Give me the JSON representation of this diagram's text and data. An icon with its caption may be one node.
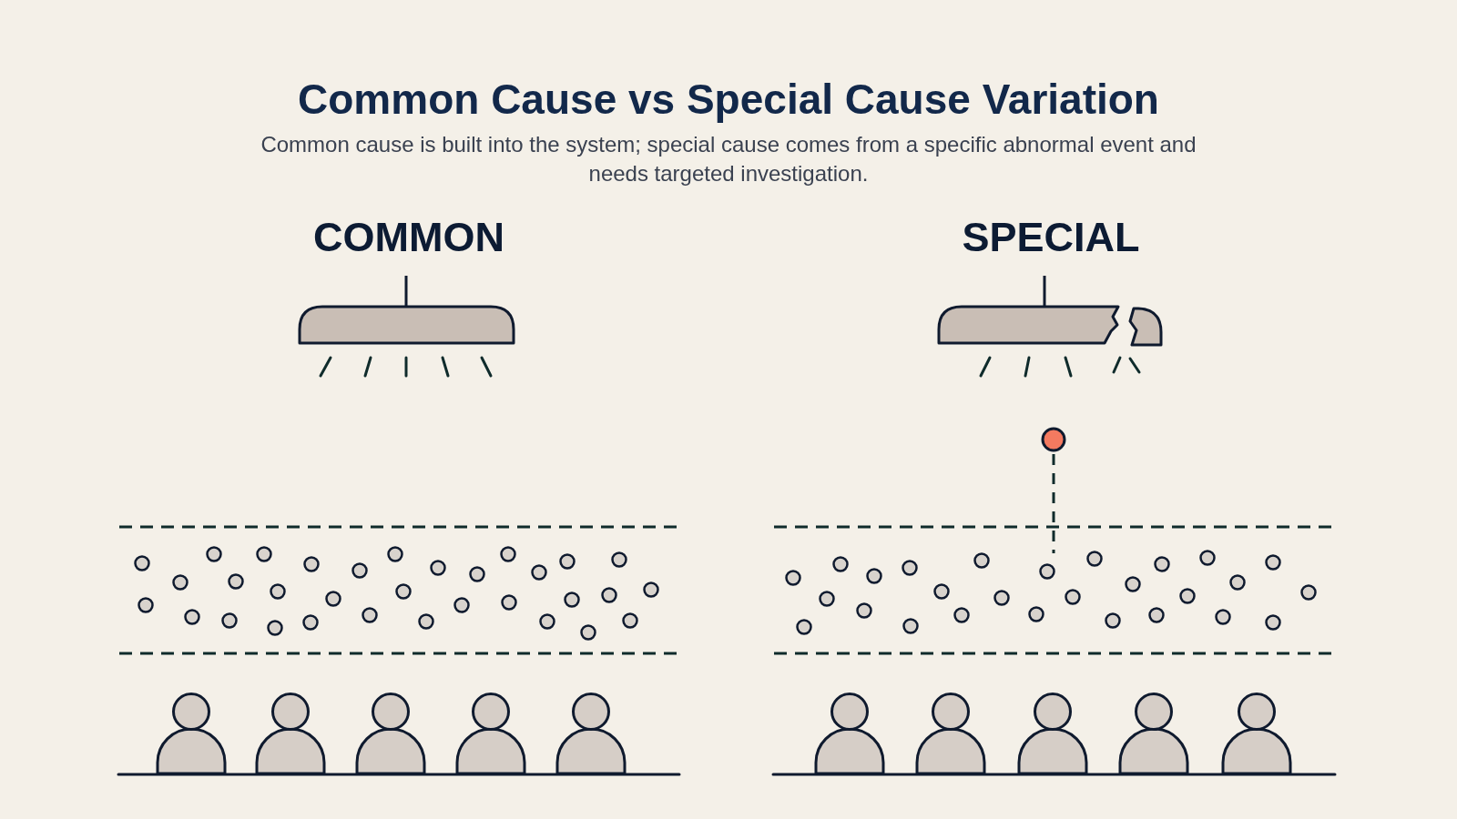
{
  "diagram": {
    "title": "Common Cause vs Special Cause Variation",
    "caption": "Common cause is built into the system; special cause comes from a specific abnormal event and needs targeted investigation.",
    "labels": [
      "COMMON",
      "SPECIAL"
    ]
  }
}
